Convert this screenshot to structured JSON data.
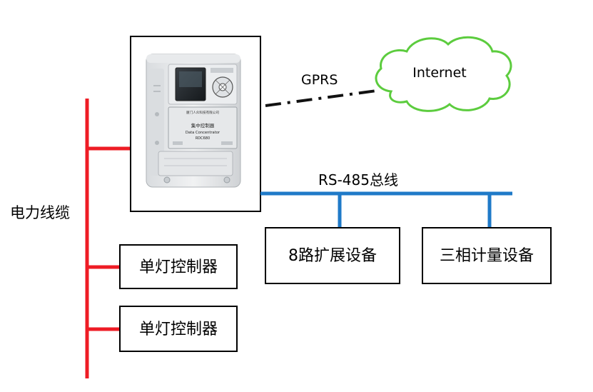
{
  "labels": {
    "power_cable": "电力线缆",
    "gprs": "GPRS",
    "internet": "Internet",
    "rs485_bus": "RS-485总线"
  },
  "device_panel": {
    "brand_line": "厦门人众科技有限公司",
    "title_cn": "集中控制器",
    "title_en": "Data Concentrator",
    "model": "RDC680"
  },
  "nodes": {
    "expansion_device": "8路扩展设备",
    "three_phase_meter": "三相计量设备",
    "lamp_controller_1": "单灯控制器",
    "lamp_controller_2": "单灯控制器"
  },
  "colors": {
    "power_line": "#ee1c25",
    "bus_line": "#1f7ac8",
    "cloud_stroke": "#5ccc3e",
    "link_line": "#111111"
  }
}
